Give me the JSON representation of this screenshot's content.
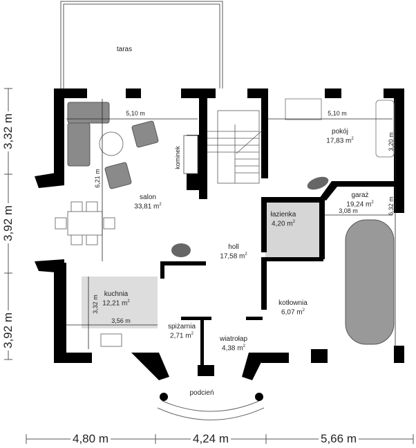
{
  "rooms": {
    "taras": {
      "name": "taras"
    },
    "salon": {
      "name": "salon",
      "area": "33,81 m",
      "width": "5,10 m",
      "length": "6,21 m",
      "fireplace": "kominek"
    },
    "pokoj": {
      "name": "pokój",
      "area": "17,83 m",
      "width": "5,10 m",
      "length": "3,20 m"
    },
    "garaz": {
      "name": "garaż",
      "area": "19,24 m",
      "width": "3,08 m",
      "length": "6,32 m"
    },
    "lazienka": {
      "name": "łazienka",
      "area": "4,20 m"
    },
    "holl": {
      "name": "holl",
      "area": "17,58 m"
    },
    "kuchnia": {
      "name": "kuchnia",
      "area": "12,21 m",
      "width": "3,56 m",
      "length": "3,32 m"
    },
    "spizarnia": {
      "name": "spiżarnia",
      "area": "2,71 m"
    },
    "wiatrolap": {
      "name": "wiatrołap",
      "area": "4,38 m"
    },
    "kotlownia": {
      "name": "kotłownia",
      "area": "6,07 m"
    },
    "podcien": {
      "name": "podcień"
    }
  },
  "sup": "2",
  "dimensions": {
    "left": [
      "3,32 m",
      "3,92 m",
      "3,92 m"
    ],
    "bottom": [
      "4,80 m",
      "4,24 m",
      "5,66 m"
    ]
  },
  "colors": {
    "wall": "#000000",
    "furniture": "#8a8a8a",
    "wet_room": "#d6d6d6"
  }
}
